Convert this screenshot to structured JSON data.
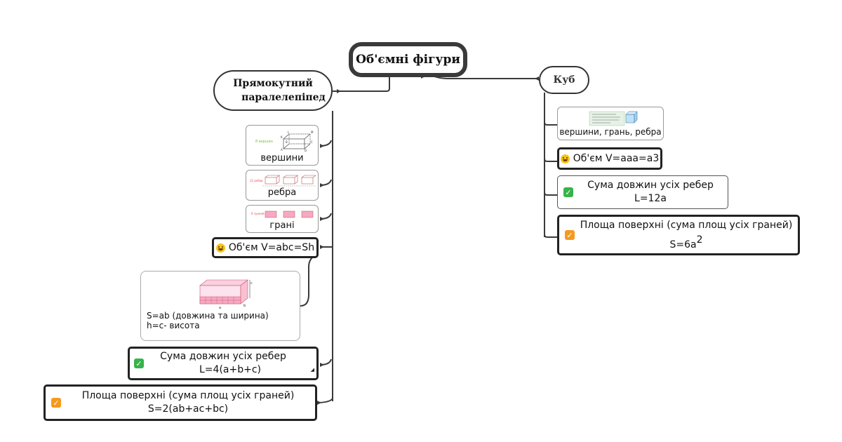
{
  "root": {
    "title": "Об'ємні фігури"
  },
  "left_branch": {
    "title_line1": "Прямокутний",
    "title_line2": "паралелепіпед",
    "vertices": {
      "label": "вершини",
      "image_caption": "8 вершин",
      "vertex_letters": [
        "K",
        "L",
        "M",
        "B",
        "C",
        "A",
        "D"
      ]
    },
    "edges": {
      "label": "ребра",
      "image_caption": "12 ребер"
    },
    "faces": {
      "label": "грані",
      "image_caption": "6 граней"
    },
    "volume": {
      "text": "Об'єм V=abc=Sh"
    },
    "volume_note": {
      "line1": "S=ab (довжина та ширина)",
      "line2": "h=c- висота",
      "dim_a": "a",
      "dim_b": "b",
      "dim_c": "c"
    },
    "edges_sum": {
      "line1": "Сума довжин усіх ребер",
      "line2": "L=4(a+b+c)"
    },
    "surface": {
      "line1": "Площа поверхні (сума площ усіх граней)",
      "line2": "S=2(ab+ac+bc)"
    }
  },
  "right_branch": {
    "title": "Куб",
    "parts": {
      "label": "вершини, грань, ребра"
    },
    "volume": {
      "text": "Об'єм V=aaa=a",
      "exponent": "3"
    },
    "edges_sum": {
      "line1": "Сума довжин усіх ребер",
      "line2": "L=12a"
    },
    "surface": {
      "line1": "Площа поверхні (сума площ усіх граней)",
      "line2": "S=6a",
      "exponent": "2"
    }
  },
  "colors": {
    "line": "#3a3a3a",
    "check_green": "#37b34a",
    "check_orange": "#f59a1e",
    "cube_pink": "#f7a8c4",
    "caption_green": "#7bc043",
    "caption_red": "#e05050"
  },
  "icons": [
    "smile-emoji-icon",
    "green-check-icon",
    "orange-check-icon",
    "collapse-arrow-icon"
  ]
}
